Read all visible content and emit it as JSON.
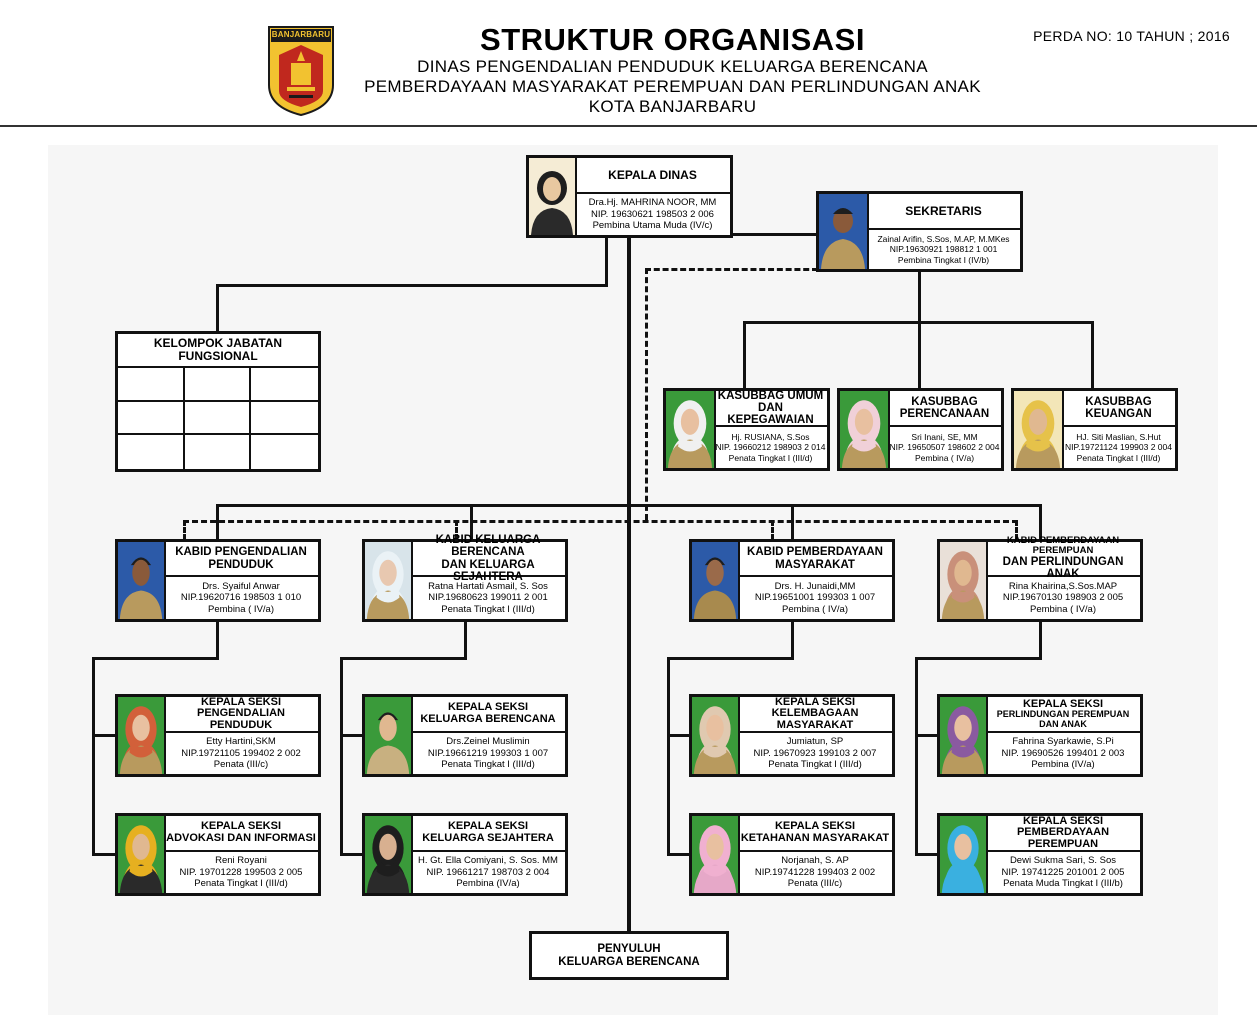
{
  "header": {
    "logo_text": "BANJARBARU",
    "title": "STRUKTUR ORGANISASI",
    "subtitle_lines": [
      "DINAS PENGENDALIAN PENDUDUK KELUARGA BERENCANA",
      "PEMBERDAYAAN MASYARAKAT PEREMPUAN DAN PERLINDUNGAN ANAK",
      "KOTA BANJARBARU"
    ],
    "perda": "PERDA NO: 10 TAHUN ; 2016"
  },
  "kepala": {
    "title": "KEPALA DINAS",
    "name": "Dra.Hj. MAHRINA NOOR, MM",
    "nip": "NIP. 19630621 198503 2 006",
    "rank": "Pembina Utama Muda (IV/c)",
    "photo_bg": "#f5ecd5",
    "photo_face": "#e8c8a0",
    "photo_cloth": "#2a2a2a"
  },
  "sekretaris": {
    "title": "SEKRETARIS",
    "name": "Zainal Arifin, S.Sos, M.AP, M.MKes",
    "nip": "NIP.19630921 198812 1 001",
    "rank": "Pembina Tingkat I (IV/b)",
    "photo_bg": "#2c5aa8",
    "photo_face": "#8a5a3a",
    "photo_cloth": "#b89a5e"
  },
  "fungsional": {
    "title_lines": [
      "KELOMPOK JABATAN",
      "FUNGSIONAL"
    ]
  },
  "kasubbag": [
    {
      "title_lines": [
        "KASUBBAG UMUM",
        "DAN KEPEGAWAIAN"
      ],
      "name": "Hj. RUSIANA, S.Sos",
      "nip": "NIP. 19660212 198903 2 014",
      "rank": "Penata Tingkat I (III/d)",
      "photo_bg": "#3a9a3a",
      "photo_face": "#e8c0a0",
      "photo_cloth": "#b89a5e",
      "hijab": "#f0f0f0"
    },
    {
      "title_lines": [
        "KASUBBAG",
        "PERENCANAAN"
      ],
      "name": "Sri Inani, SE, MM",
      "nip": "NIP. 19650507 198602 2 004",
      "rank": "Pembina ( IV/a)",
      "photo_bg": "#3a9a3a",
      "photo_face": "#e8c0a0",
      "photo_cloth": "#b89a5e",
      "hijab": "#f0d0d8"
    },
    {
      "title_lines": [
        "KASUBBAG",
        "KEUANGAN"
      ],
      "name": "HJ. Siti Maslian, S.Hut",
      "nip": "NIP.19721124 199903 2 004",
      "rank": "Penata Tingkat I (III/d)",
      "photo_bg": "#f3e6b8",
      "photo_face": "#e0b890",
      "photo_cloth": "#b89a5e",
      "hijab": "#e6c24a"
    }
  ],
  "kabid": [
    {
      "title_lines": [
        "KABID PENGENDALIAN",
        "PENDUDUK"
      ],
      "name": "Drs. Syaiful Anwar",
      "nip": "NIP.19620716 198503 1 010",
      "rank": "Pembina ( IV/a)",
      "photo_bg": "#2c5aa8",
      "photo_face": "#8a5a3a",
      "photo_cloth": "#b89a5e",
      "hijab": ""
    },
    {
      "title_lines": [
        "KABID KELUARGA BERENCANA",
        "DAN KELUARGA SEJAHTERA"
      ],
      "name": "Ratna Hartati Asmail, S. Sos",
      "nip": "NIP.19680623 199011 2 001",
      "rank": "Penata Tingkat I (III/d)",
      "photo_bg": "#d8e4ea",
      "photo_face": "#e8c8b0",
      "photo_cloth": "#b89a5e",
      "hijab": "#eaf2f6"
    },
    {
      "title_lines": [
        "KABID PEMBERDAYAAN",
        "MASYARAKAT"
      ],
      "name": "Drs. H. Junaidi,MM",
      "nip": "NIP.19651001 199303 1 007",
      "rank": "Pembina ( IV/a)",
      "photo_bg": "#2c5aa8",
      "photo_face": "#9a6a4a",
      "photo_cloth": "#a88a4e",
      "hijab": ""
    },
    {
      "title_lines": [
        "KABID PEMBERDAYAAN PEREMPUAN",
        "DAN PERLINDUNGAN ANAK"
      ],
      "name": "Rina Khairina,S.Sos.MAP",
      "nip": "NIP.19670130 198903 2 005",
      "rank": "Pembina ( IV/a)",
      "photo_bg": "#e9e0d8",
      "photo_face": "#e0b890",
      "photo_cloth": "#b89a5e",
      "hijab": "#c9907a"
    }
  ],
  "seksi_top": [
    {
      "title_lines": [
        "KEPALA SEKSI",
        "PENGENDALIAN PENDUDUK"
      ],
      "name": "Etty Hartini,SKM",
      "nip": "NIP.19721105 199402 2 002",
      "rank": "Penata (III/c)",
      "photo_bg": "#3a9a3a",
      "photo_face": "#e8c0a0",
      "photo_cloth": "#b89a5e",
      "hijab": "#d2603a"
    },
    {
      "title_lines": [
        "KEPALA SEKSI",
        "KELUARGA BERENCANA"
      ],
      "name": "Drs.Zeinel Muslimin",
      "nip": "NIP.19661219 199303 1 007",
      "rank": "Penata Tingkat I (III/d)",
      "photo_bg": "#3a9a3a",
      "photo_face": "#e0b890",
      "photo_cloth": "#c8b080",
      "hijab": ""
    },
    {
      "title_lines": [
        "KEPALA SEKSI",
        "KELEMBAGAAN MASYARAKAT"
      ],
      "name": "Jumiatun, SP",
      "nip": "NIP. 19670923 199103 2 007",
      "rank": "Penata Tingkat I (III/d)",
      "photo_bg": "#3a9a3a",
      "photo_face": "#e8c0a0",
      "photo_cloth": "#b89a5e",
      "hijab": "#e0c9b0"
    },
    {
      "title_lines": [
        "KEPALA SEKSI",
        "PERLINDUNGAN PEREMPUAN DAN ANAK"
      ],
      "name": "Fahrina Syarkawie, S.Pi",
      "nip": "NIP. 19690526 199401 2 003",
      "rank": "Pembina (IV/a)",
      "photo_bg": "#3a9a3a",
      "photo_face": "#e8c0a0",
      "photo_cloth": "#b89a5e",
      "hijab": "#8a5aa0"
    }
  ],
  "seksi_bottom": [
    {
      "title_lines": [
        "KEPALA SEKSI",
        "ADVOKASI DAN INFORMASI"
      ],
      "name": "Reni Royani",
      "nip": "NIP. 19701228 199503 2 005",
      "rank": "Penata Tingkat I (III/d)",
      "photo_bg": "#3a9a3a",
      "photo_face": "#e0b890",
      "photo_cloth": "#2a2a2a",
      "hijab": "#e6b020"
    },
    {
      "title_lines": [
        "KEPALA SEKSI",
        "KELUARGA SEJAHTERA"
      ],
      "name": "H. Gt. Ella Comiyani, S. Sos. MM",
      "nip": "NIP. 19661217 198703 2 004",
      "rank": "Pembina (IV/a)",
      "photo_bg": "#3a9a3a",
      "photo_face": "#d8b090",
      "photo_cloth": "#2a2a2a",
      "hijab": "#1e1e1e"
    },
    {
      "title_lines": [
        "KEPALA SEKSI",
        "KETAHANAN MASYARAKAT"
      ],
      "name": "Norjanah, S. AP",
      "nip": "NIP.19741228 199403 2 002",
      "rank": "Penata (III/c)",
      "photo_bg": "#3a9a3a",
      "photo_face": "#e8c0a0",
      "photo_cloth": "#e6a8c8",
      "hijab": "#f0b0d0"
    },
    {
      "title_lines": [
        "KEPALA SEKSI",
        "PEMBERDAYAAN PEREMPUAN"
      ],
      "name": "Dewi Sukma Sari, S. Sos",
      "nip": "NIP. 19741225 201001 2 005",
      "rank": "Penata Muda Tingkat I (III/b)",
      "photo_bg": "#3a9a3a",
      "photo_face": "#e8c0a0",
      "photo_cloth": "#3ab0e0",
      "hijab": "#3ab0e0"
    }
  ],
  "penyuluh": {
    "title_lines": [
      "PENYULUH",
      "KELUARGA BERENCANA"
    ]
  },
  "colors": {
    "line": "#111111",
    "logo_gold": "#f2c230",
    "logo_red": "#c0281e"
  }
}
